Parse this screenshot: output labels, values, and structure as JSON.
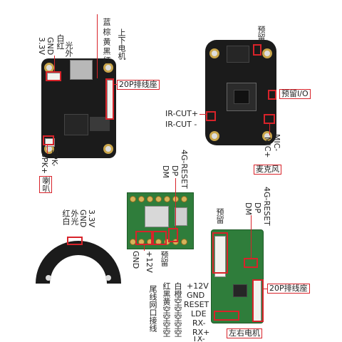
{
  "colors": {
    "annotation": "#d8232a",
    "board_dark": "#1b1b1b",
    "board_green": "#2f7d3b"
  },
  "board1": {
    "labels": {
      "v33": "3.3V",
      "gnd": "GND",
      "white_red": "白红",
      "ir_light": "光外",
      "blue": "蓝",
      "brown": "棕",
      "yellow": "黄",
      "black": "黑",
      "red": "红",
      "motor_updown": "上下电机",
      "fpc20": "20P排线座",
      "spk_minus": "SPK-",
      "spk_plus": "SPK+",
      "speaker": "喇叭"
    }
  },
  "board2": {
    "labels": {
      "reserve_top": "预留",
      "reserve_io": "预留I/O",
      "ircut_plus": "IR-CUT+",
      "ircut_minus": "IR-CUT -",
      "mic_minus": "MIC-",
      "mic_plus": "MIC+",
      "microphone": "麦克风"
    }
  },
  "board3": {
    "labels": {
      "reset4g": "4G-RESET",
      "dp": "DP",
      "dm": "DM",
      "gnd": "GND",
      "v12": "+12V",
      "reserve": "预留"
    }
  },
  "board4": {
    "labels": {
      "red_white": "红白",
      "ir_light": "外光",
      "gnd": "GND",
      "v33": "3.3V"
    }
  },
  "board5": {
    "labels": {
      "reserve": "预留",
      "reset4g": "4G-RESET",
      "dp": "DP",
      "dm": "DM",
      "fpc20": "20P排线座",
      "v12": "+12V",
      "gnd": "GND",
      "reset": "RESET",
      "ldx": "LDE",
      "rxm": "RX-",
      "rxp": "RX+",
      "txm": "TX-",
      "motor_lr": "左右电机",
      "tail_cable": "尾线网口接线",
      "colors_col1": "红黑黄空空空空",
      "colors_col2": "白橙空空空空空"
    }
  }
}
